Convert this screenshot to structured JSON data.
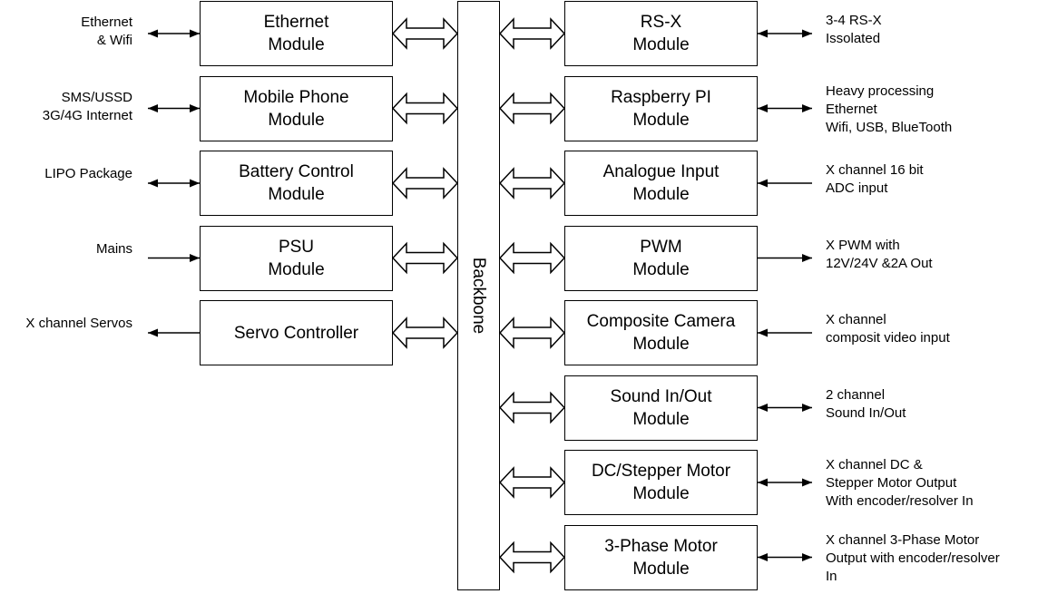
{
  "backbone": {
    "label": "Backbone"
  },
  "left_modules": [
    {
      "lines": [
        "Ethernet",
        "Module"
      ],
      "ext_lines": [
        "Ethernet",
        "& Wifi"
      ],
      "io": "both"
    },
    {
      "lines": [
        "Mobile Phone",
        "Module"
      ],
      "ext_lines": [
        "SMS/USSD",
        "3G/4G Internet"
      ],
      "io": "both"
    },
    {
      "lines": [
        "Battery Control",
        "Module"
      ],
      "ext_lines": [
        "LIPO Package"
      ],
      "io": "both"
    },
    {
      "lines": [
        "PSU",
        "Module"
      ],
      "ext_lines": [
        "Mains"
      ],
      "io": "in"
    },
    {
      "lines": [
        "Servo Controller"
      ],
      "ext_lines": [
        "X channel Servos"
      ],
      "io": "out"
    }
  ],
  "right_modules": [
    {
      "lines": [
        "RS-X",
        "Module"
      ],
      "ext_lines": [
        "3-4 RS-X",
        "Issolated"
      ],
      "io": "both"
    },
    {
      "lines": [
        "Raspberry PI",
        "Module"
      ],
      "ext_lines": [
        "Heavy processing",
        "Ethernet",
        "Wifi, USB, BlueTooth"
      ],
      "io": "both"
    },
    {
      "lines": [
        "Analogue Input",
        "Module"
      ],
      "ext_lines": [
        "X channel 16 bit",
        "ADC input"
      ],
      "io": "in"
    },
    {
      "lines": [
        "PWM",
        "Module"
      ],
      "ext_lines": [
        "X PWM with",
        "12V/24V &2A Out"
      ],
      "io": "out"
    },
    {
      "lines": [
        "Composite Camera",
        "Module"
      ],
      "ext_lines": [
        "X channel",
        "composit video input"
      ],
      "io": "in"
    },
    {
      "lines": [
        "Sound In/Out",
        "Module"
      ],
      "ext_lines": [
        "2 channel",
        "Sound In/Out"
      ],
      "io": "both"
    },
    {
      "lines": [
        "DC/Stepper Motor",
        "Module"
      ],
      "ext_lines": [
        "X channel DC &",
        "Stepper Motor Output",
        "With encoder/resolver In"
      ],
      "io": "both"
    },
    {
      "lines": [
        "3-Phase Motor",
        "Module"
      ],
      "ext_lines": [
        "X channel 3-Phase Motor",
        "Output with encoder/resolver",
        "In"
      ],
      "io": "both"
    }
  ]
}
